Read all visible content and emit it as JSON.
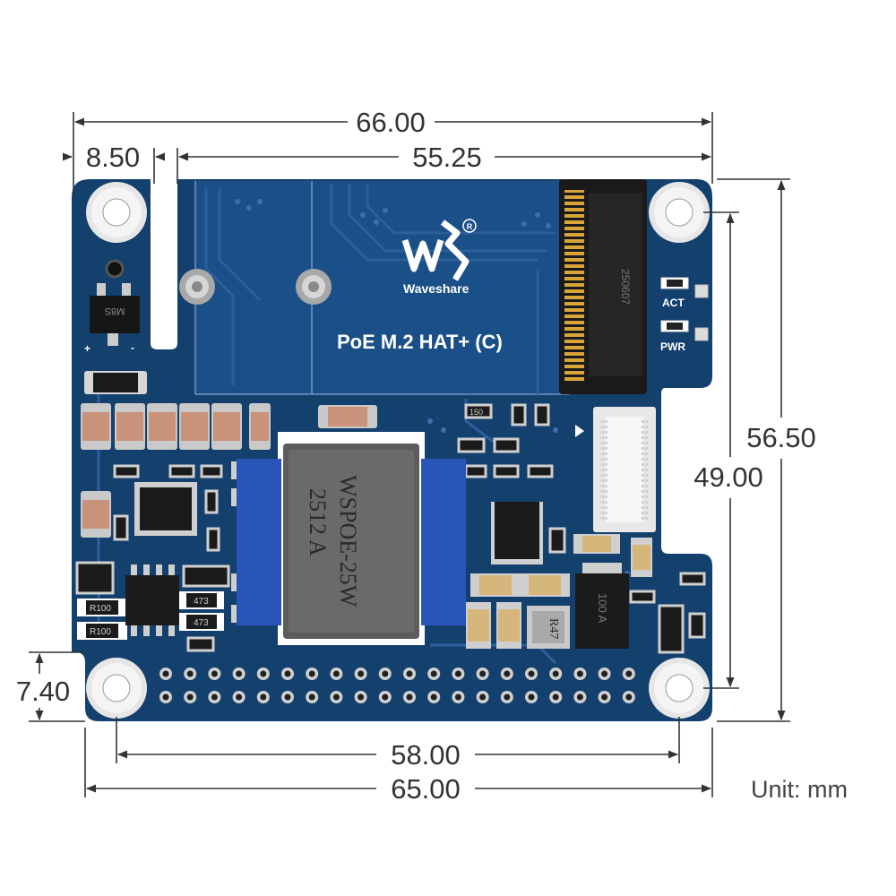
{
  "colors": {
    "pcb": "#14406e",
    "pcb_dark": "#0f3158",
    "pcb_panel": "#1b4f88",
    "trace": "#2c5f99",
    "copper": "#c9c9c9",
    "dim_line": "#333333",
    "transformer_core": "#5c5c5c",
    "transformer_bobbin": "#2a55b8",
    "connector_gold": "#d9a53a"
  },
  "dimensions": {
    "total_width": "66.00",
    "board_left_gap": "8.50",
    "connector_span": "55.25",
    "board_height": "56.50",
    "hole_spacing_y": "49.00",
    "hole_offset_bottom": "7.40",
    "hole_spacing_x": "58.00",
    "board_width": "65.00"
  },
  "unit_label": "Unit: mm",
  "board": {
    "brand": "Waveshare",
    "product_name": "PoE M.2 HAT+ (C)",
    "led_labels": [
      "ACT",
      "PWR"
    ],
    "transformer_marking": [
      "WSPOE-25W",
      "2512 A"
    ],
    "m2_marking": "250607",
    "inductor_marking": "R47",
    "mosfet_marking": "M8S",
    "diode_marking": "100 A",
    "resistor_marks": [
      "R100",
      "R100",
      "473",
      "473",
      "150"
    ],
    "polarity_marks": [
      "+",
      "-"
    ]
  }
}
